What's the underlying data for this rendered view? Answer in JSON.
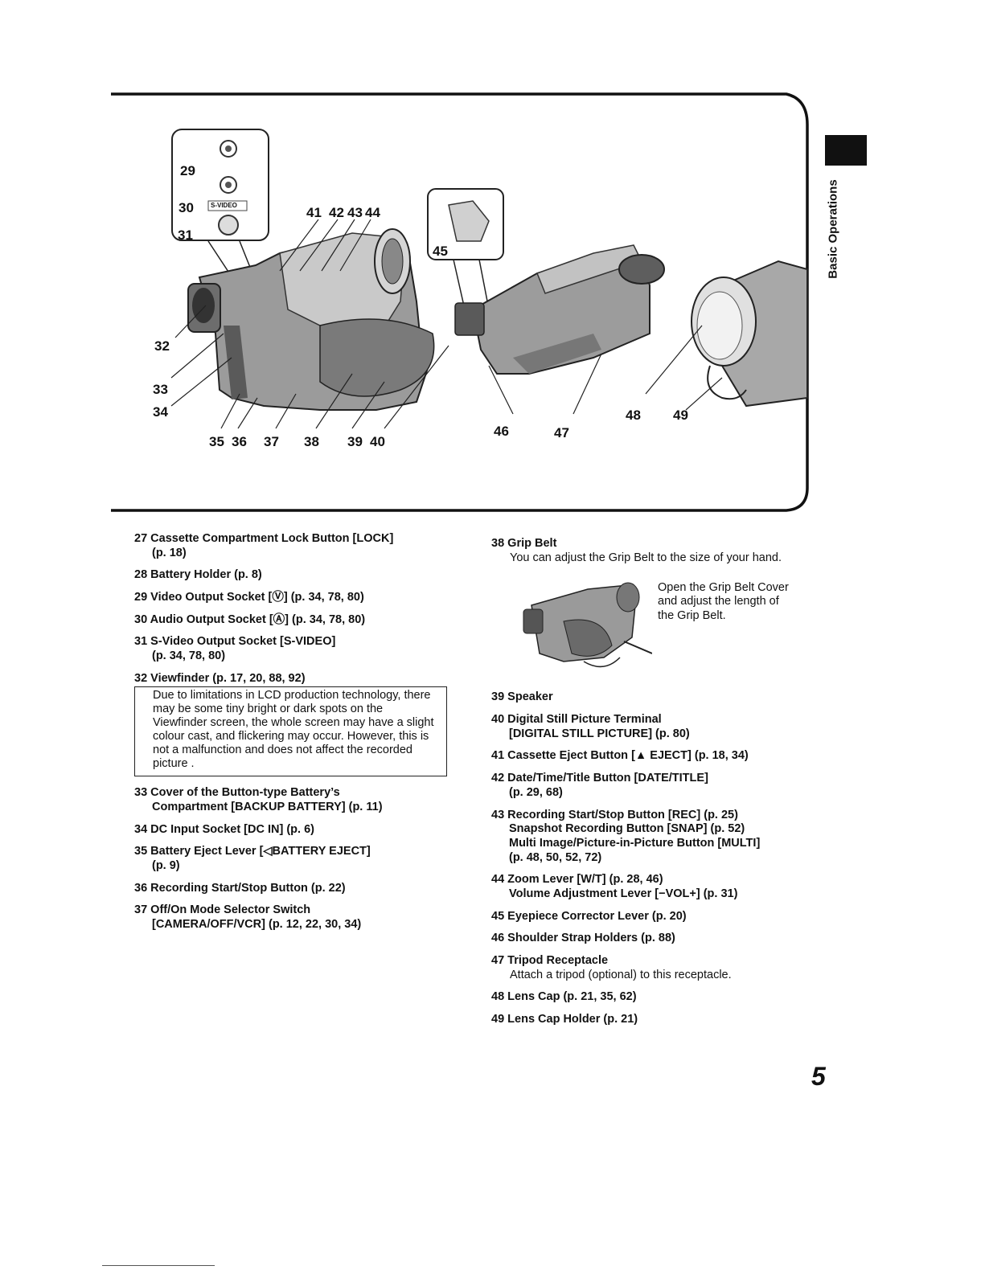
{
  "section_tab": "Basic Operations",
  "figure": {
    "left_labels": {
      "n29": "29",
      "n30": "30",
      "n31": "31",
      "svideo": "S-VIDEO",
      "n32": "32",
      "n33": "33",
      "n34": "34",
      "n35": "35",
      "n36": "36",
      "n37": "37",
      "n38": "38",
      "n39": "39",
      "n40": "40",
      "n41": "41",
      "n42": "42",
      "n43": "43",
      "n44": "44"
    },
    "right_labels": {
      "n45": "45",
      "n46": "46",
      "n47": "47",
      "n48": "48",
      "n49": "49"
    }
  },
  "items_left": [
    {
      "num": "27",
      "title": "Cassette Compartment Lock Button [LOCK]",
      "sub": "(p. 18)"
    },
    {
      "num": "28",
      "title": "Battery Holder (p. 8)"
    },
    {
      "num": "29",
      "title": "Video Output Socket [Ⓥ] (p. 34, 78, 80)"
    },
    {
      "num": "30",
      "title": "Audio Output Socket [Ⓐ] (p. 34, 78, 80)"
    },
    {
      "num": "31",
      "title": "S-Video Output Socket [S-VIDEO]",
      "sub": "(p. 34, 78, 80)"
    },
    {
      "num": "32",
      "title": "Viewfinder (p. 17, 20, 88, 92)"
    },
    {
      "num": "33",
      "title": "Cover of the Button-type Battery’s",
      "sub": "Compartment [BACKUP BATTERY] (p. 11)"
    },
    {
      "num": "34",
      "title": "DC Input Socket [DC IN] (p. 6)"
    },
    {
      "num": "35",
      "title": "Battery Eject Lever [◁BATTERY EJECT]",
      "sub": "(p. 9)"
    },
    {
      "num": "36",
      "title": "Recording Start/Stop Button (p. 22)"
    },
    {
      "num": "37",
      "title": "Off/On Mode Selector Switch",
      "sub": "[CAMERA/OFF/VCR] (p. 12, 22, 30, 34)"
    }
  ],
  "note_32": "Due to limitations in LCD production technology, there may be some tiny bright or dark spots on the Viewfinder screen, the whole screen may have a slight colour cast, and flickering may occur. However, this is not a malfunction and does not affect the recorded picture .",
  "items_right": [
    {
      "num": "38",
      "title": "Grip Belt",
      "desc": "You can adjust the Grip Belt to the size of your hand."
    },
    {
      "num": "39",
      "title": "Speaker"
    },
    {
      "num": "40",
      "title": "Digital Still Picture Terminal",
      "sub": "[DIGITAL STILL PICTURE] (p. 80)"
    },
    {
      "num": "41",
      "title": "Cassette Eject Button [▲ EJECT] (p. 18, 34)"
    },
    {
      "num": "42",
      "title": "Date/Time/Title Button [DATE/TITLE]",
      "sub": "(p. 29, 68)"
    },
    {
      "num": "43",
      "title": "Recording Start/Stop Button [REC] (p. 25)",
      "sub": "Snapshot Recording Button [SNAP] (p. 52)",
      "sub2": "Multi Image/Picture-in-Picture Button [MULTI]",
      "sub3": "(p. 48, 50, 52, 72)"
    },
    {
      "num": "44",
      "title": "Zoom Lever [W/T] (p. 28, 46)",
      "sub": "Volume Adjustment Lever [−VOL+] (p. 31)"
    },
    {
      "num": "45",
      "title": "Eyepiece Corrector Lever (p. 20)"
    },
    {
      "num": "46",
      "title": "Shoulder Strap Holders (p. 88)"
    },
    {
      "num": "47",
      "title": "Tripod Receptacle",
      "desc": "Attach a tripod (optional) to this receptacle."
    },
    {
      "num": "48",
      "title": "Lens Cap (p. 21, 35, 62)"
    },
    {
      "num": "49",
      "title": "Lens Cap Holder (p. 21)"
    }
  ],
  "grip_caption": "Open the Grip Belt Cover and adjust the length of the Grip Belt.",
  "page_number": "5"
}
